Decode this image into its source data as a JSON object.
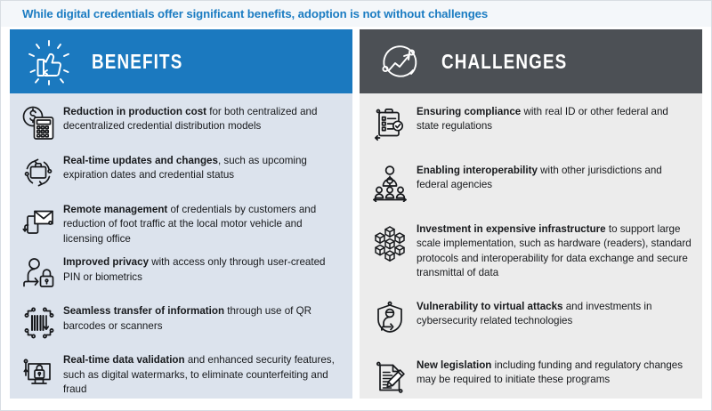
{
  "title": "While digital credentials offer significant benefits, adoption is not without challenges",
  "colors": {
    "title_text": "#1b7cc2",
    "title_strip_bg": "#f4f7fa",
    "benefits_header_bg": "#1b79bf",
    "benefits_body_bg": "#dce3ed",
    "challenges_header_bg": "#4c5055",
    "challenges_body_bg": "#ececec",
    "body_text": "#17191c",
    "page_bg": "#ffffff"
  },
  "panels": [
    {
      "id": "benefits",
      "header_label": "BENEFITS",
      "header_icon": "thumbs-up-icon",
      "items": [
        {
          "icon": "dollar-calculator-icon",
          "lead": "Reduction in production cost",
          "rest": " for both centralized and decentralized credential distribution models"
        },
        {
          "icon": "refresh-briefcase-icon",
          "lead": "Real-time updates and changes",
          "rest": ", such as upcoming expiration dates and credential status"
        },
        {
          "icon": "phone-envelope-icon",
          "lead": "Remote management",
          "rest": " of credentials by customers and reduction of foot traffic at the local motor vehicle and licensing office"
        },
        {
          "icon": "person-lock-icon",
          "lead": "Improved privacy",
          "rest": " with access only through user-created PIN or biometrics"
        },
        {
          "icon": "barcode-scan-icon",
          "lead": "Seamless transfer of information",
          "rest": " through use of QR barcodes or scanners"
        },
        {
          "icon": "monitor-lock-icon",
          "lead": "Real-time data validation",
          "rest": " and enhanced security features, such as digital watermarks, to eliminate counterfeiting and fraud"
        }
      ]
    },
    {
      "id": "challenges",
      "header_label": "CHALLENGES",
      "header_icon": "trend-chart-circle-icon",
      "items": [
        {
          "icon": "clipboard-check-icon",
          "lead": "Ensuring compliance",
          "rest": " with real ID or other federal and state regulations"
        },
        {
          "icon": "people-group-icon",
          "lead": "Enabling interoperability",
          "rest": " with other jurisdictions and federal agencies"
        },
        {
          "icon": "network-cubes-icon",
          "lead": "Investment in expensive infrastructure",
          "rest": " to support large scale implementation, such as hardware (readers), standard protocols and interoperability for data exchange and secure transmittal of data"
        },
        {
          "icon": "shield-hacker-icon",
          "lead": "Vulnerability to virtual attacks",
          "rest": " and investments in cybersecurity related technologies"
        },
        {
          "icon": "document-pen-icon",
          "lead": "New legislation",
          "rest": " including funding and regulatory changes may be required to initiate these programs"
        }
      ]
    }
  ]
}
